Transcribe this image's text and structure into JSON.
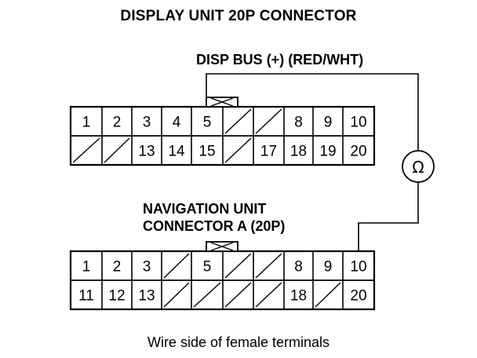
{
  "title": "DISPLAY UNIT 20P CONNECTOR",
  "wire_label": "DISP BUS (+) (RED/WHT)",
  "nav_label_line1": "NAVIGATION UNIT",
  "nav_label_line2": "CONNECTOR A (20P)",
  "meter_symbol": "Ω",
  "caption": "Wire side of female terminals",
  "display_connector": {
    "rows": [
      [
        "1",
        "2",
        "3",
        "4",
        "5",
        "",
        "",
        "8",
        "9",
        "10"
      ],
      [
        "",
        "",
        "13",
        "14",
        "15",
        "",
        "17",
        "18",
        "19",
        "20"
      ]
    ]
  },
  "nav_connector": {
    "rows": [
      [
        "1",
        "2",
        "3",
        "",
        "5",
        "",
        "",
        "8",
        "9",
        "10"
      ],
      [
        "11",
        "12",
        "13",
        "",
        "",
        "",
        "",
        "18",
        "",
        "20"
      ]
    ]
  }
}
